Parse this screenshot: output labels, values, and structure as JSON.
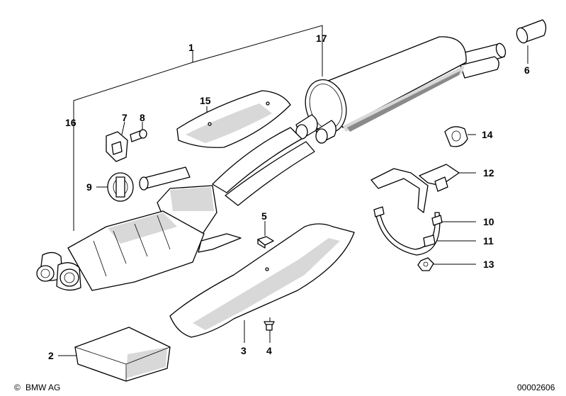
{
  "diagram": {
    "callouts": [
      {
        "id": "c1",
        "text": "1"
      },
      {
        "id": "c2",
        "text": "2"
      },
      {
        "id": "c3",
        "text": "3"
      },
      {
        "id": "c4",
        "text": "4"
      },
      {
        "id": "c5",
        "text": "5"
      },
      {
        "id": "c6",
        "text": "6"
      },
      {
        "id": "c7",
        "text": "7"
      },
      {
        "id": "c8",
        "text": "8"
      },
      {
        "id": "c9",
        "text": "9"
      },
      {
        "id": "c10",
        "text": "10"
      },
      {
        "id": "c11",
        "text": "11"
      },
      {
        "id": "c12",
        "text": "12"
      },
      {
        "id": "c13",
        "text": "13"
      },
      {
        "id": "c14",
        "text": "14"
      },
      {
        "id": "c15",
        "text": "15"
      },
      {
        "id": "c16",
        "text": "16"
      },
      {
        "id": "c17",
        "text": "17"
      }
    ]
  },
  "footer": {
    "brand": "BMW AG",
    "copyright_symbol": "©",
    "diagram_number": "00002606"
  }
}
